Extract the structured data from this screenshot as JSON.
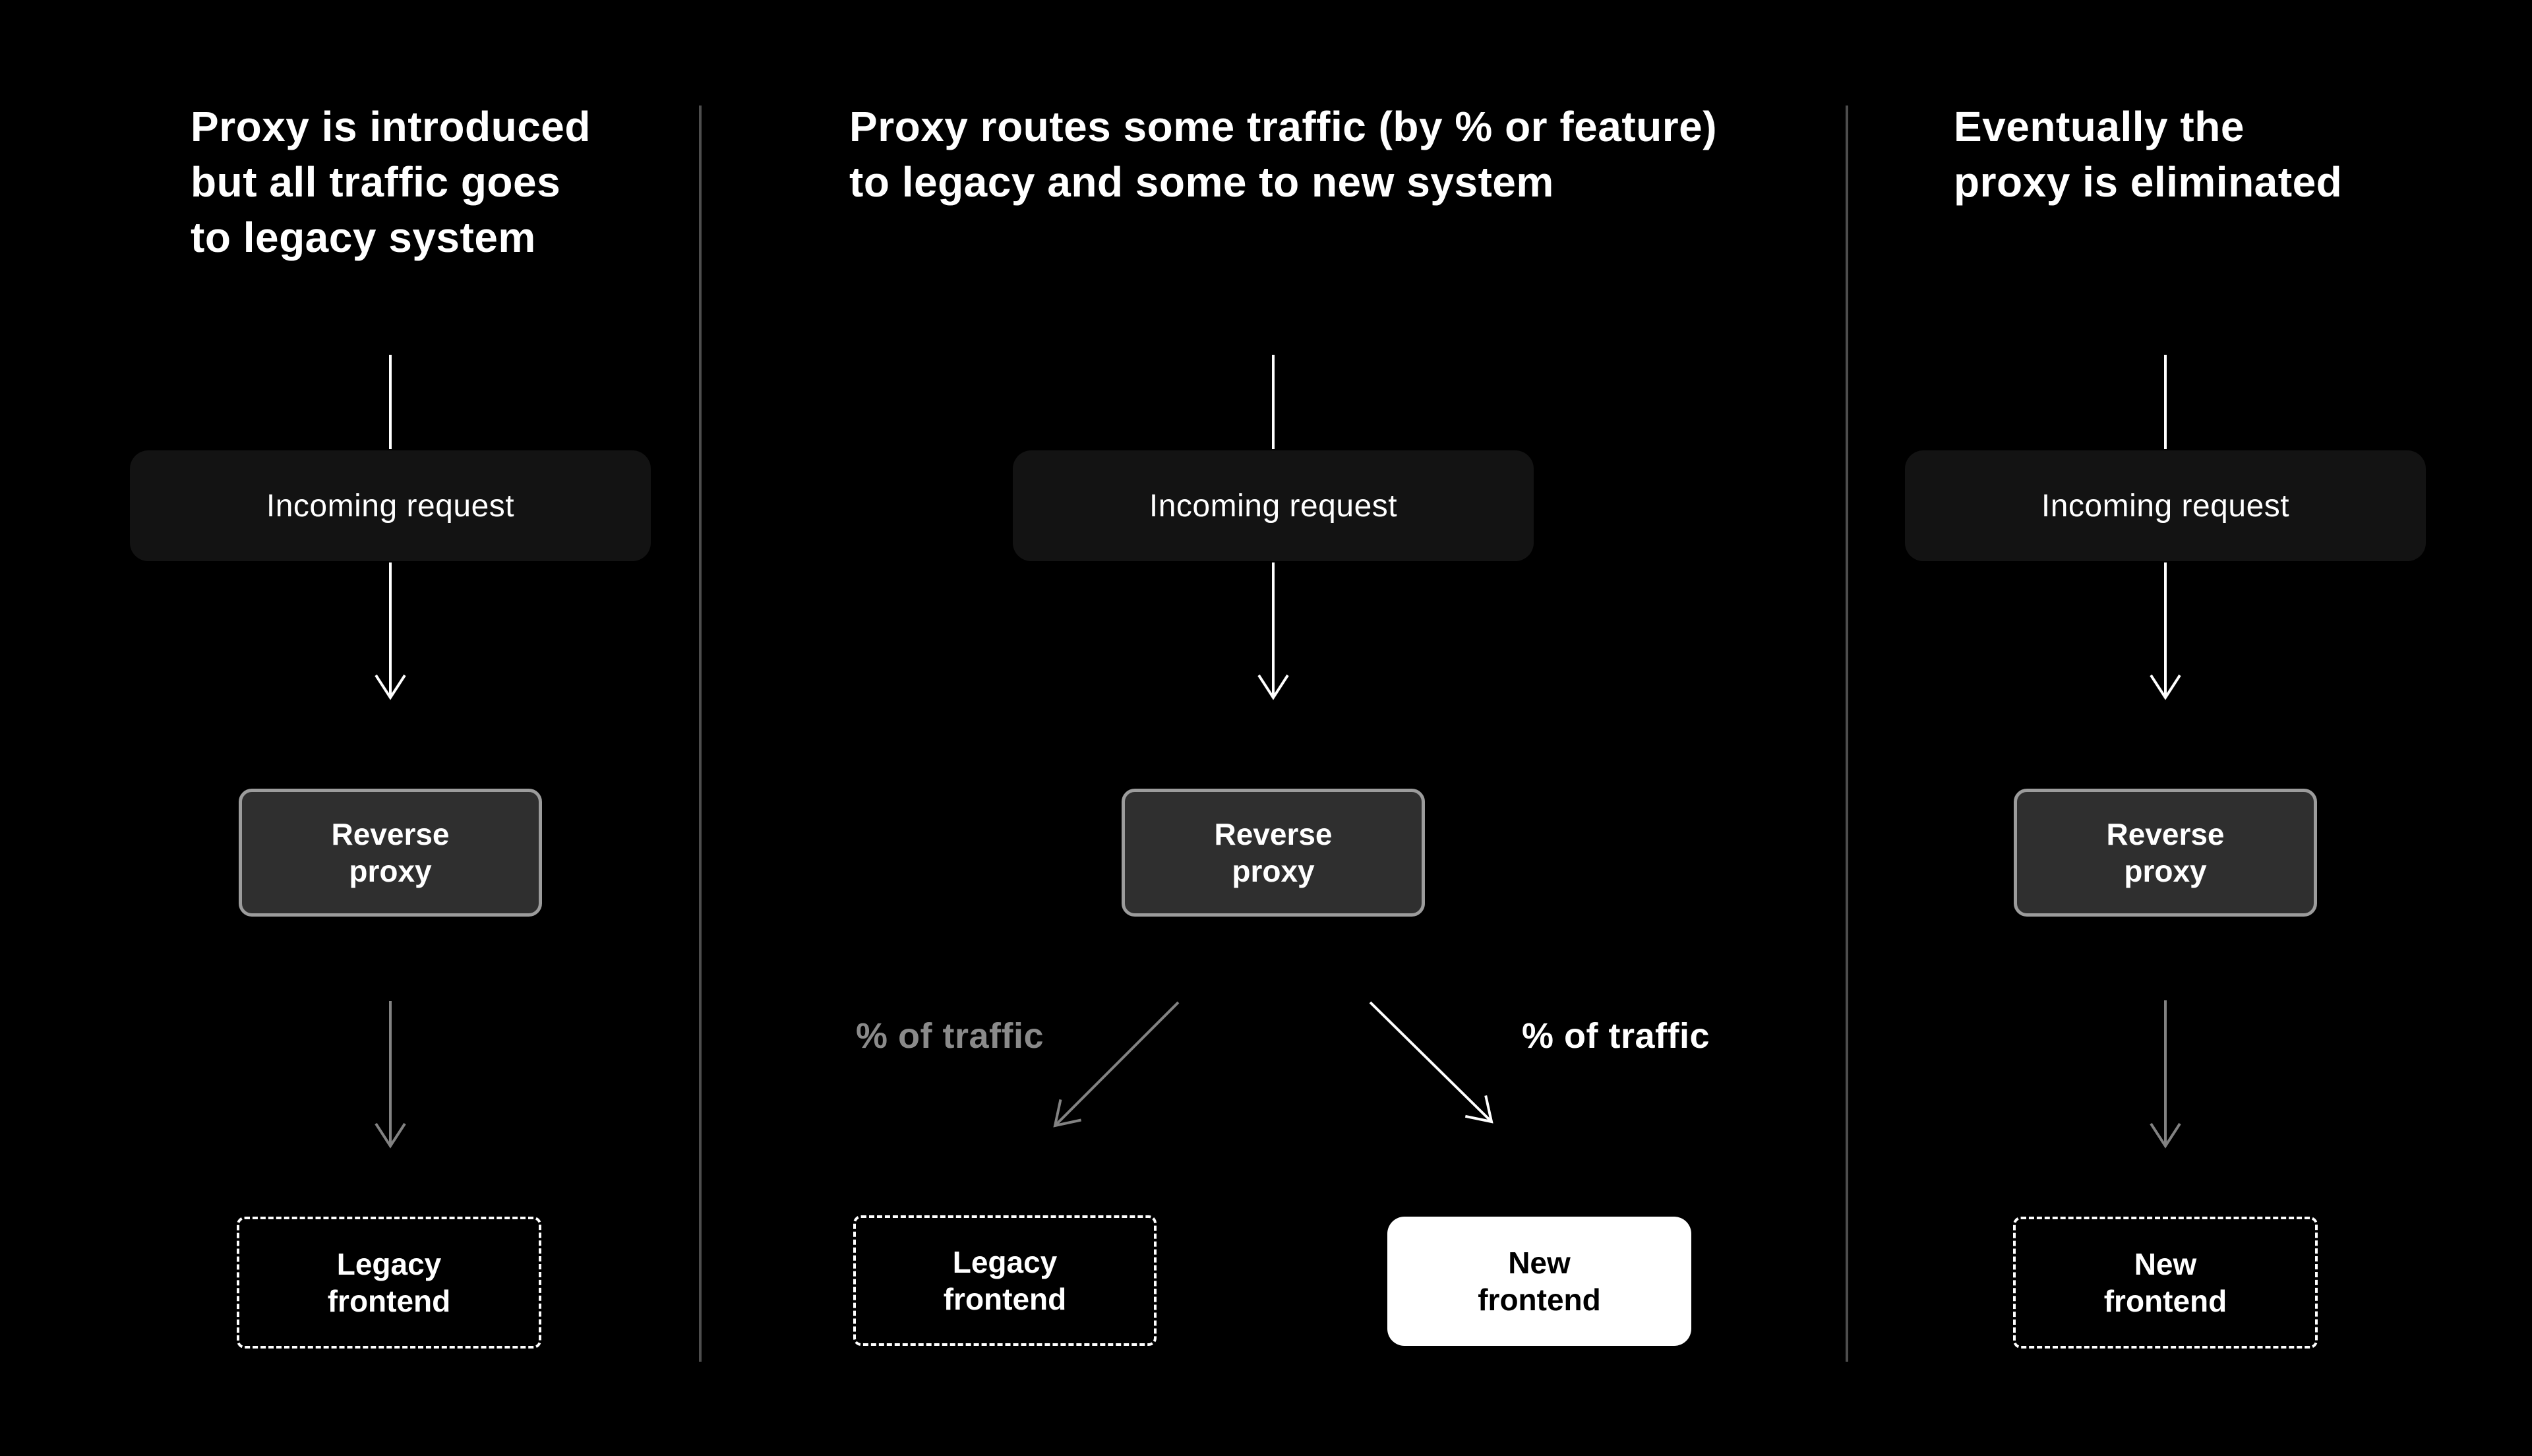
{
  "colors": {
    "background": "#000000",
    "incoming_box_fill": "#131313",
    "proxy_box_fill": "#2f2f2f",
    "proxy_box_border": "#9c9c9c",
    "dashed_box_border": "#ffffff",
    "solid_box_fill": "#ffffff",
    "arrow_white": "#ffffff",
    "arrow_gray": "#828282",
    "divider_gray": "#4d4d4d",
    "traffic_label_gray": "#8a8a8a",
    "traffic_label_white": "#ffffff"
  },
  "panels": [
    {
      "title": "Proxy is introduced\nbut all traffic goes\nto legacy system",
      "incoming_label": "Incoming request",
      "proxy_label": "Reverse\nproxy",
      "bottom_label": "Legacy\nfrontend"
    },
    {
      "title": "Proxy routes some traffic (by % or feature)\nto legacy and some to new system",
      "incoming_label": "Incoming request",
      "proxy_label": "Reverse\nproxy",
      "traffic_left_label": "% of traffic",
      "traffic_right_label": "% of traffic",
      "bottom_left_label": "Legacy\nfrontend",
      "bottom_right_label": "New\nfrontend"
    },
    {
      "title": "Eventually the\nproxy is eliminated",
      "incoming_label": "Incoming request",
      "proxy_label": "Reverse\nproxy",
      "bottom_label": "New\nfrontend"
    }
  ]
}
